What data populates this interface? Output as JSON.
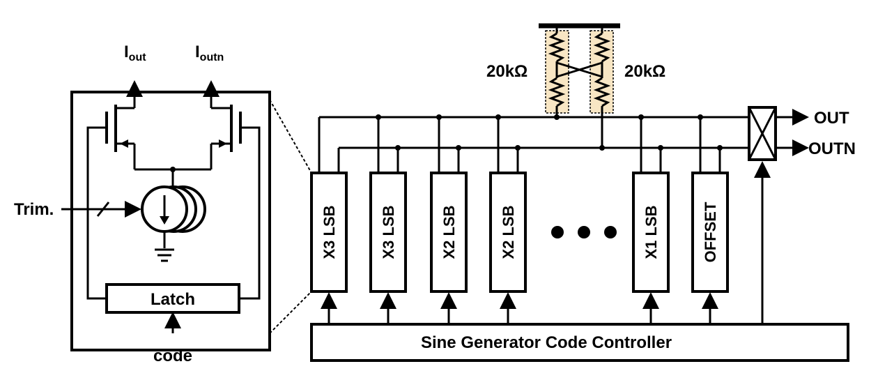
{
  "labels": {
    "iout_main": "I",
    "iout_sub": "out",
    "ioutn_main": "I",
    "ioutn_sub": "outn",
    "trim": "Trim.",
    "latch": "Latch",
    "code": "code",
    "res_left": "20kΩ",
    "res_right": "20kΩ",
    "out": "OUT",
    "outn": "OUTN",
    "controller": "Sine Generator Code Controller"
  },
  "cells": [
    {
      "label": "X3 LSB"
    },
    {
      "label": "X3 LSB"
    },
    {
      "label": "X2 LSB"
    },
    {
      "label": "X2 LSB"
    },
    {
      "label": "X1 LSB"
    },
    {
      "label": "OFFSET"
    }
  ],
  "colors": {
    "resistor_highlight": "#f8e6c4",
    "ink": "#000000"
  }
}
